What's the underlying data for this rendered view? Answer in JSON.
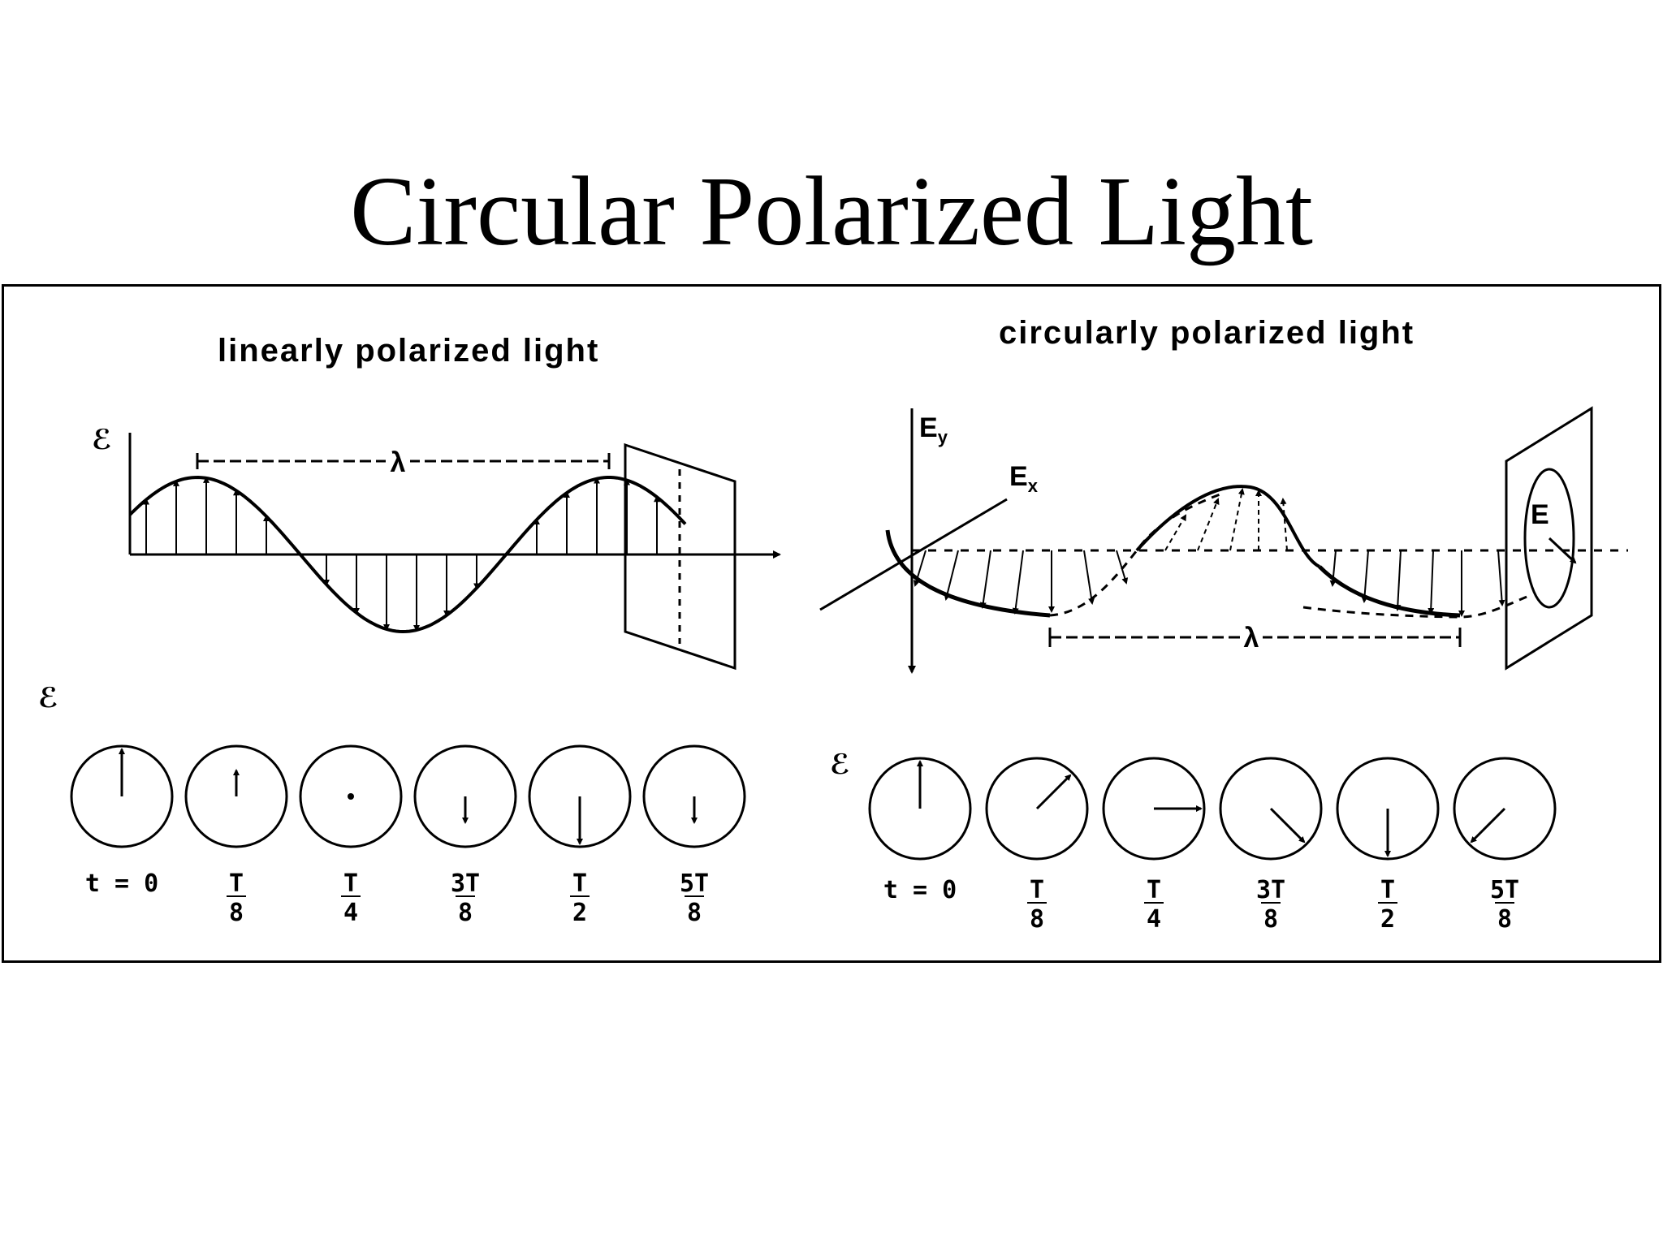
{
  "slide": {
    "title": "Circular Polarized Light"
  },
  "linear_panel": {
    "title": "linearly polarized light",
    "axis_label": "ℰ",
    "wavelength_label": "λ",
    "phase_axis_label": "ℰ",
    "phases": [
      {
        "num": "t = 0",
        "den": "",
        "arrow": "up-long"
      },
      {
        "num": "T",
        "den": "8",
        "arrow": "up-short"
      },
      {
        "num": "T",
        "den": "4",
        "arrow": "dot"
      },
      {
        "num": "3T",
        "den": "8",
        "arrow": "down-short"
      },
      {
        "num": "T",
        "den": "2",
        "arrow": "down-long"
      },
      {
        "num": "5T",
        "den": "8",
        "arrow": "down-short"
      }
    ]
  },
  "circular_panel": {
    "title": "circularly polarized light",
    "axis_label_y": "E",
    "axis_label_y_sub": "y",
    "axis_label_x": "E",
    "axis_label_x_sub": "x",
    "vector_label": "E",
    "wavelength_label": "λ",
    "phase_axis_label": "ℰ",
    "phases": [
      {
        "num": "t = 0",
        "den": "",
        "angle_deg": 0
      },
      {
        "num": "T",
        "den": "8",
        "angle_deg": 45
      },
      {
        "num": "T",
        "den": "4",
        "angle_deg": 90
      },
      {
        "num": "3T",
        "den": "8",
        "angle_deg": 135
      },
      {
        "num": "T",
        "den": "2",
        "angle_deg": 180
      },
      {
        "num": "5T",
        "den": "8",
        "angle_deg": 225
      }
    ]
  },
  "colors": {
    "ink": "#000000",
    "background": "#ffffff"
  }
}
